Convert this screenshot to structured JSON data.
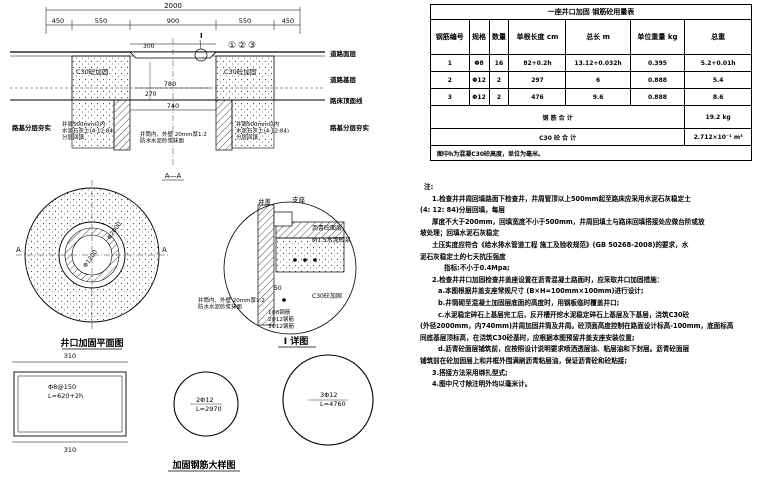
{
  "section": {
    "dims": {
      "total": "2000",
      "left": "450",
      "mid_l": "550",
      "center": "900",
      "mid_r": "550",
      "right": "450"
    },
    "inner_dims": {
      "d300": "300",
      "d780": "780",
      "d740": "740",
      "d270": "270"
    },
    "callouts": {
      "detail_mark": "I",
      "c1": "①",
      "c2": "②",
      "c3": "③"
    },
    "labels": {
      "c30_left": "C30砼加固",
      "c30_right": "C30砼加固",
      "road_surface": "道路面层",
      "road_base": "道路基层",
      "subgrade_top": "路床顶面线",
      "subbase_left": "路基分层夯实",
      "subbase_right": "路基分层夯实",
      "fill_left": "井周500mm以内\n水泥石灰土(4:12:84)\n分层回填",
      "fill_right": "井周500mm以内\n水泥石灰土(4:12:84)\n分层回填",
      "waterproof": "井筒内、外壁 20mm厚1:2\n防水水泥砂浆抹面"
    },
    "section_title": "A—A"
  },
  "plan": {
    "title": "井口加固平面图",
    "mark_left": "A",
    "mark_right": "A",
    "dim_outer": "Φ2000",
    "dim_inner": "Φ1200"
  },
  "detail": {
    "title": "I 详图",
    "labels": {
      "well_cover": "井盖",
      "support": "支座",
      "asphalt": "沥青砼面层",
      "mortar": "M7.5水泥砂浆",
      "c30": "C30砼加固",
      "waterproof": "井筒内、外壁 20mm厚1:2\n防水水泥砂浆抹面",
      "bar1": "1Φ8钢筋",
      "bar2": "2Φ12钢筋",
      "bar3": "3Φ12钢筋",
      "depth": "50"
    }
  },
  "rebar": {
    "title": "加固钢筋大样图",
    "bar1": {
      "top_dim": "310",
      "bottom_dim": "310",
      "label": "Φ8@150",
      "length": "L=620+2h"
    },
    "bar2": {
      "label": "2Φ12",
      "length": "L=2970"
    },
    "bar3": {
      "label": "3Φ12",
      "length": "L=4760"
    }
  },
  "table": {
    "title": "一座井口加固  钢筋砼用量表",
    "headers": [
      "钢筋编号",
      "规格",
      "数量",
      "单根长度 cm",
      "总长 m",
      "单位重量 kg",
      "总重"
    ],
    "rows": [
      [
        "1",
        "Φ8",
        "16",
        "82+0.2h",
        "13.12+0.032h",
        "0.395",
        "5.2+0.01h"
      ],
      [
        "2",
        "Φ12",
        "2",
        "297",
        "6",
        "0.888",
        "5.4"
      ],
      [
        "3",
        "Φ12",
        "2",
        "476",
        "9.6",
        "0.888",
        "8.6"
      ]
    ],
    "steel_total_label": "钢    筋    合    计",
    "steel_total": "19.2 kg",
    "c30_total_label": "C30    砼    合    计",
    "c30_total": "2.712×10⁻¹ m³",
    "note": "图中h为混凝C30砼高度，单位为毫米。"
  },
  "notes": {
    "heading": "注:",
    "lines": [
      "1.检查井井周回填路面下检查井，井周管顶以上500mm起至路床应采用水泥石灰稳定土",
      "(4: 12: 84)分层回填，每层",
      "厚度不大于200mm，回填宽度不小于500mm，井周回填土与路床回填搭接处应做台阶或放",
      "坡处理；回填水泥石灰稳定",
      "土压实度应符合《给水排水管道工程 施工及验收规范》(GB 50268-2008)的要求，水",
      "泥石灰稳定土的七天抗压强度",
      "指标:不小于0.4Mpa;",
      "2.检查井井口加固检查井盖座设置在沥青混凝土路面时，应采取井口加固措施：",
      "a.本图根据井盖支座常规尺寸 (B×H=100mm×100mm)进行设计;",
      "b.井筒砌至混凝土加固层底面的高度时，用钢板临时覆盖井口;",
      "c.水泥稳定碎石上基层完工后，反开槽开挖水泥稳定碎石上基层及下基层，浇筑C30砼",
      "(外径2000mm，内740mm)井周加固井筒及井周。砼顶面高度控制在路面设计标高-100mm，底面标高",
      "同底基层顶标高，在浇筑C30砼基时，应根据本图预留井盖支座安装位置;",
      "d.沥青砼面层铺筑前，应按照设计说明要求喷洒透层油、粘层油和下封层。沥青砼面层",
      "铺筑前在砼加固层上和井框外围满刷沥青粘层油，保证沥青砼和砼粘接;",
      "3.搭接方法采用绑扎型式;",
      "4.图中尺寸除注明外均以毫米计。"
    ]
  }
}
